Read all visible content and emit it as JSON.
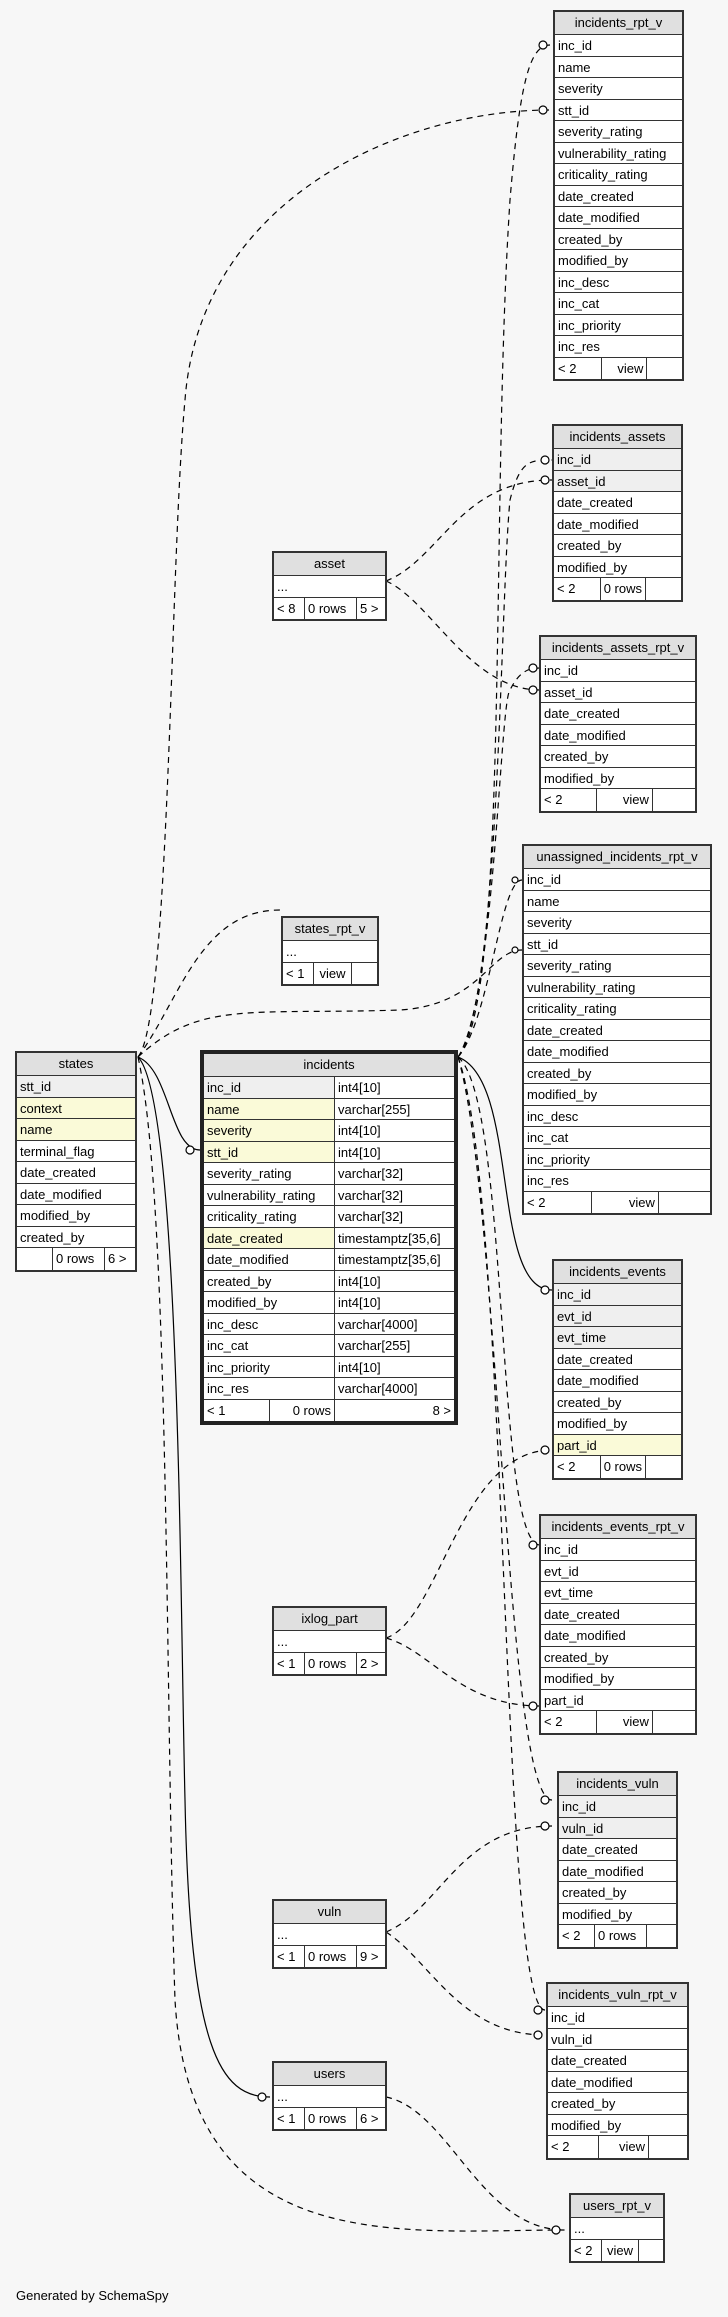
{
  "footer": "Generated by SchemaSpy",
  "tables": {
    "incidents_rpt_v": {
      "name": "incidents_rpt_v",
      "columns": [
        "inc_id",
        "name",
        "severity",
        "stt_id",
        "severity_rating",
        "vulnerability_rating",
        "criticality_rating",
        "date_created",
        "date_modified",
        "created_by",
        "modified_by",
        "inc_desc",
        "inc_cat",
        "inc_priority",
        "inc_res"
      ],
      "footer": [
        "< 2",
        "view",
        ""
      ]
    },
    "incidents_assets": {
      "name": "incidents_assets",
      "columns": [
        "inc_id",
        "asset_id",
        "date_created",
        "date_modified",
        "created_by",
        "modified_by"
      ],
      "footer": [
        "< 2",
        "0 rows",
        ""
      ]
    },
    "incidents_assets_rpt_v": {
      "name": "incidents_assets_rpt_v",
      "columns": [
        "inc_id",
        "asset_id",
        "date_created",
        "date_modified",
        "created_by",
        "modified_by"
      ],
      "footer": [
        "< 2",
        "view",
        ""
      ]
    },
    "asset": {
      "name": "asset",
      "columns": [
        "..."
      ],
      "footer": [
        "< 8",
        "0 rows",
        "5 >"
      ]
    },
    "states_rpt_v": {
      "name": "states_rpt_v",
      "columns": [
        "..."
      ],
      "footer": [
        "< 1",
        "view",
        ""
      ]
    },
    "unassigned_incidents_rpt_v": {
      "name": "unassigned_incidents_rpt_v",
      "columns": [
        "inc_id",
        "name",
        "severity",
        "stt_id",
        "severity_rating",
        "vulnerability_rating",
        "criticality_rating",
        "date_created",
        "date_modified",
        "created_by",
        "modified_by",
        "inc_desc",
        "inc_cat",
        "inc_priority",
        "inc_res"
      ],
      "footer": [
        "< 2",
        "view",
        ""
      ]
    },
    "states": {
      "name": "states",
      "columns": [
        "stt_id",
        "context",
        "name",
        "terminal_flag",
        "date_created",
        "date_modified",
        "modified_by",
        "created_by"
      ],
      "footer": [
        "",
        "0 rows",
        "6 >"
      ]
    },
    "incidents": {
      "name": "incidents",
      "columns": [
        {
          "name": "inc_id",
          "type": "int4[10]"
        },
        {
          "name": "name",
          "type": "varchar[255]"
        },
        {
          "name": "severity",
          "type": "int4[10]"
        },
        {
          "name": "stt_id",
          "type": "int4[10]"
        },
        {
          "name": "severity_rating",
          "type": "varchar[32]"
        },
        {
          "name": "vulnerability_rating",
          "type": "varchar[32]"
        },
        {
          "name": "criticality_rating",
          "type": "varchar[32]"
        },
        {
          "name": "date_created",
          "type": "timestamptz[35,6]"
        },
        {
          "name": "date_modified",
          "type": "timestamptz[35,6]"
        },
        {
          "name": "created_by",
          "type": "int4[10]"
        },
        {
          "name": "modified_by",
          "type": "int4[10]"
        },
        {
          "name": "inc_desc",
          "type": "varchar[4000]"
        },
        {
          "name": "inc_cat",
          "type": "varchar[255]"
        },
        {
          "name": "inc_priority",
          "type": "int4[10]"
        },
        {
          "name": "inc_res",
          "type": "varchar[4000]"
        }
      ],
      "footer": [
        "< 1",
        "0 rows",
        "8 >"
      ]
    },
    "incidents_events": {
      "name": "incidents_events",
      "columns": [
        "inc_id",
        "evt_id",
        "evt_time",
        "date_created",
        "date_modified",
        "created_by",
        "modified_by",
        "part_id"
      ],
      "footer": [
        "< 2",
        "0 rows",
        ""
      ]
    },
    "incidents_events_rpt_v": {
      "name": "incidents_events_rpt_v",
      "columns": [
        "inc_id",
        "evt_id",
        "evt_time",
        "date_created",
        "date_modified",
        "created_by",
        "modified_by",
        "part_id"
      ],
      "footer": [
        "< 2",
        "view",
        ""
      ]
    },
    "ixlog_part": {
      "name": "ixlog_part",
      "columns": [
        "..."
      ],
      "footer": [
        "< 1",
        "0 rows",
        "2 >"
      ]
    },
    "incidents_vuln": {
      "name": "incidents_vuln",
      "columns": [
        "inc_id",
        "vuln_id",
        "date_created",
        "date_modified",
        "created_by",
        "modified_by"
      ],
      "footer": [
        "< 2",
        "0 rows",
        ""
      ]
    },
    "vuln": {
      "name": "vuln",
      "columns": [
        "..."
      ],
      "footer": [
        "< 1",
        "0 rows",
        "9 >"
      ]
    },
    "incidents_vuln_rpt_v": {
      "name": "incidents_vuln_rpt_v",
      "columns": [
        "inc_id",
        "vuln_id",
        "date_created",
        "date_modified",
        "created_by",
        "modified_by"
      ],
      "footer": [
        "< 2",
        "view",
        ""
      ]
    },
    "users": {
      "name": "users",
      "columns": [
        "..."
      ],
      "footer": [
        "< 1",
        "0 rows",
        "6 >"
      ]
    },
    "users_rpt_v": {
      "name": "users_rpt_v",
      "columns": [
        "..."
      ],
      "footer": [
        "< 2",
        "view",
        ""
      ]
    }
  }
}
